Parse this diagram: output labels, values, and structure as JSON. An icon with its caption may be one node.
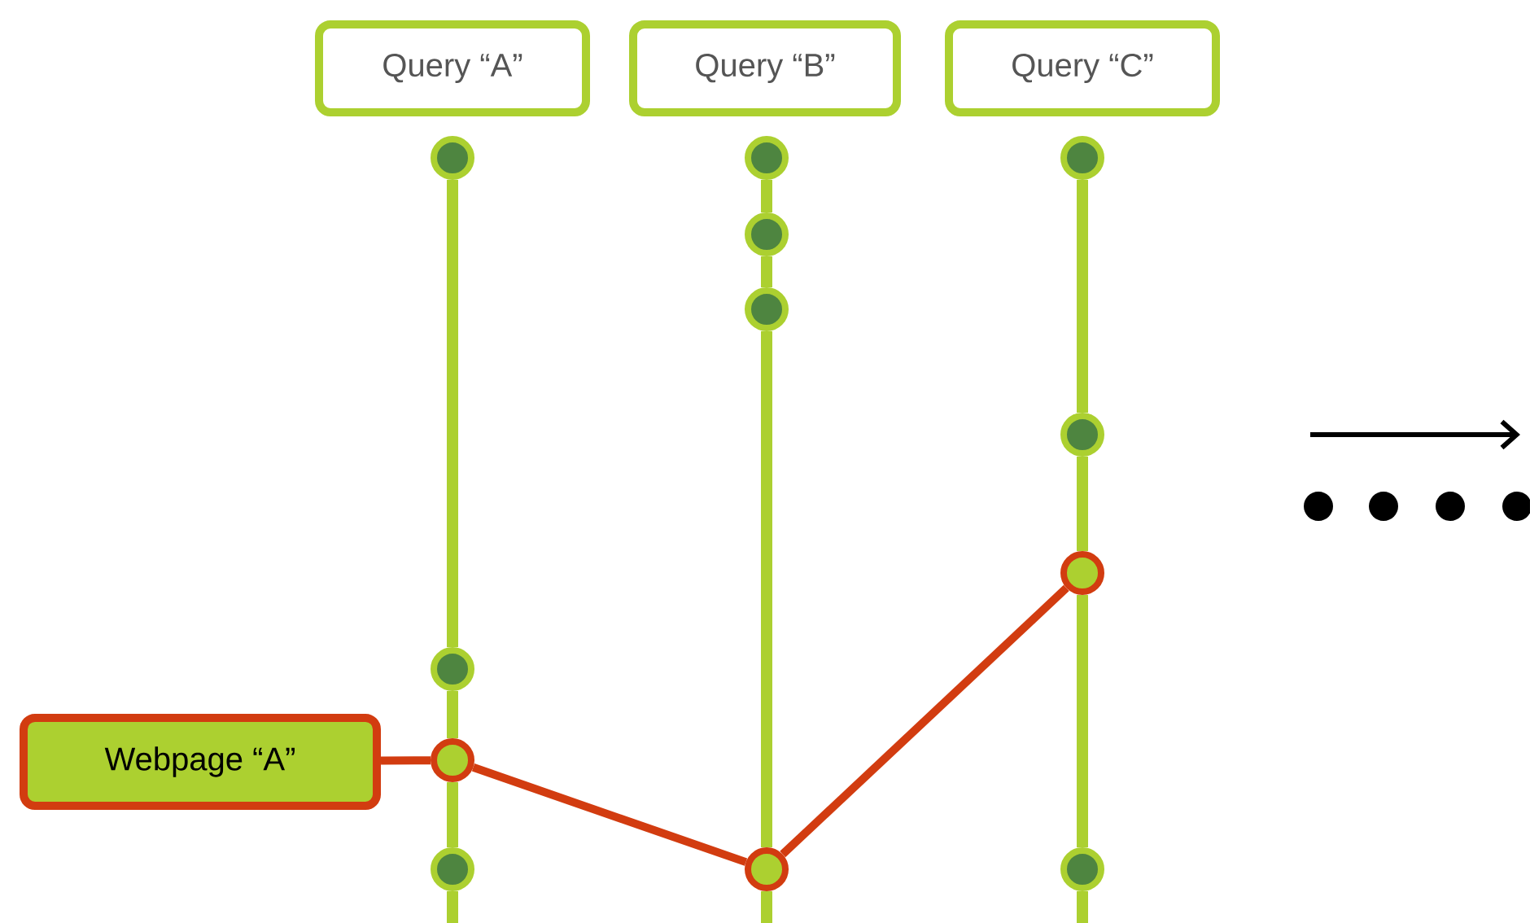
{
  "diagram": {
    "nodes": [
      {
        "text": [
          "Query “A”"
        ]
      },
      {
        "text": [
          "Query “B”"
        ]
      },
      {
        "text": [
          "Query “C”"
        ]
      },
      {
        "text": [
          "Webpage “A”"
        ]
      },
      {
        "text": [],
        "shape": "circle"
      },
      {
        "text": [],
        "shape": "circle"
      },
      {
        "text": [],
        "shape": "circle"
      },
      {
        "text": [],
        "shape": "circle"
      },
      {
        "text": [],
        "shape": "circle"
      },
      {
        "text": [],
        "shape": "circle"
      },
      {
        "text": [],
        "shape": "circle"
      },
      {
        "text": [],
        "shape": "circle"
      },
      {
        "text": [],
        "shape": "circle"
      },
      {
        "text": [],
        "shape": "circle"
      },
      {
        "text": [],
        "shape": "circle"
      },
      {
        "text": [],
        "shape": "circle"
      }
    ],
    "edges": [
      {
        "from": 4,
        "to": 5,
        "arrow": "none"
      },
      {
        "from": 5,
        "to": 6,
        "arrow": "none"
      },
      {
        "from": 6,
        "to": 7,
        "arrow": "none"
      },
      {
        "from": 7,
        "to": null,
        "arrow": "none"
      },
      {
        "from": 8,
        "to": 9,
        "arrow": "none"
      },
      {
        "from": 9,
        "to": 10,
        "arrow": "none"
      },
      {
        "from": 10,
        "to": 11,
        "arrow": "none"
      },
      {
        "from": 11,
        "to": null,
        "arrow": "none"
      },
      {
        "from": 12,
        "to": 13,
        "arrow": "none"
      },
      {
        "from": 13,
        "to": 14,
        "arrow": "none"
      },
      {
        "from": 14,
        "to": 15,
        "arrow": "none"
      },
      {
        "from": 15,
        "to": null,
        "arrow": "none"
      },
      {
        "from": 3,
        "to": 6,
        "arrow": "none",
        "color": "#d23c10"
      },
      {
        "from": 6,
        "to": 11,
        "arrow": "none",
        "color": "#d23c10"
      },
      {
        "from": 11,
        "to": 14,
        "arrow": "none",
        "color": "#d23c10"
      }
    ]
  }
}
